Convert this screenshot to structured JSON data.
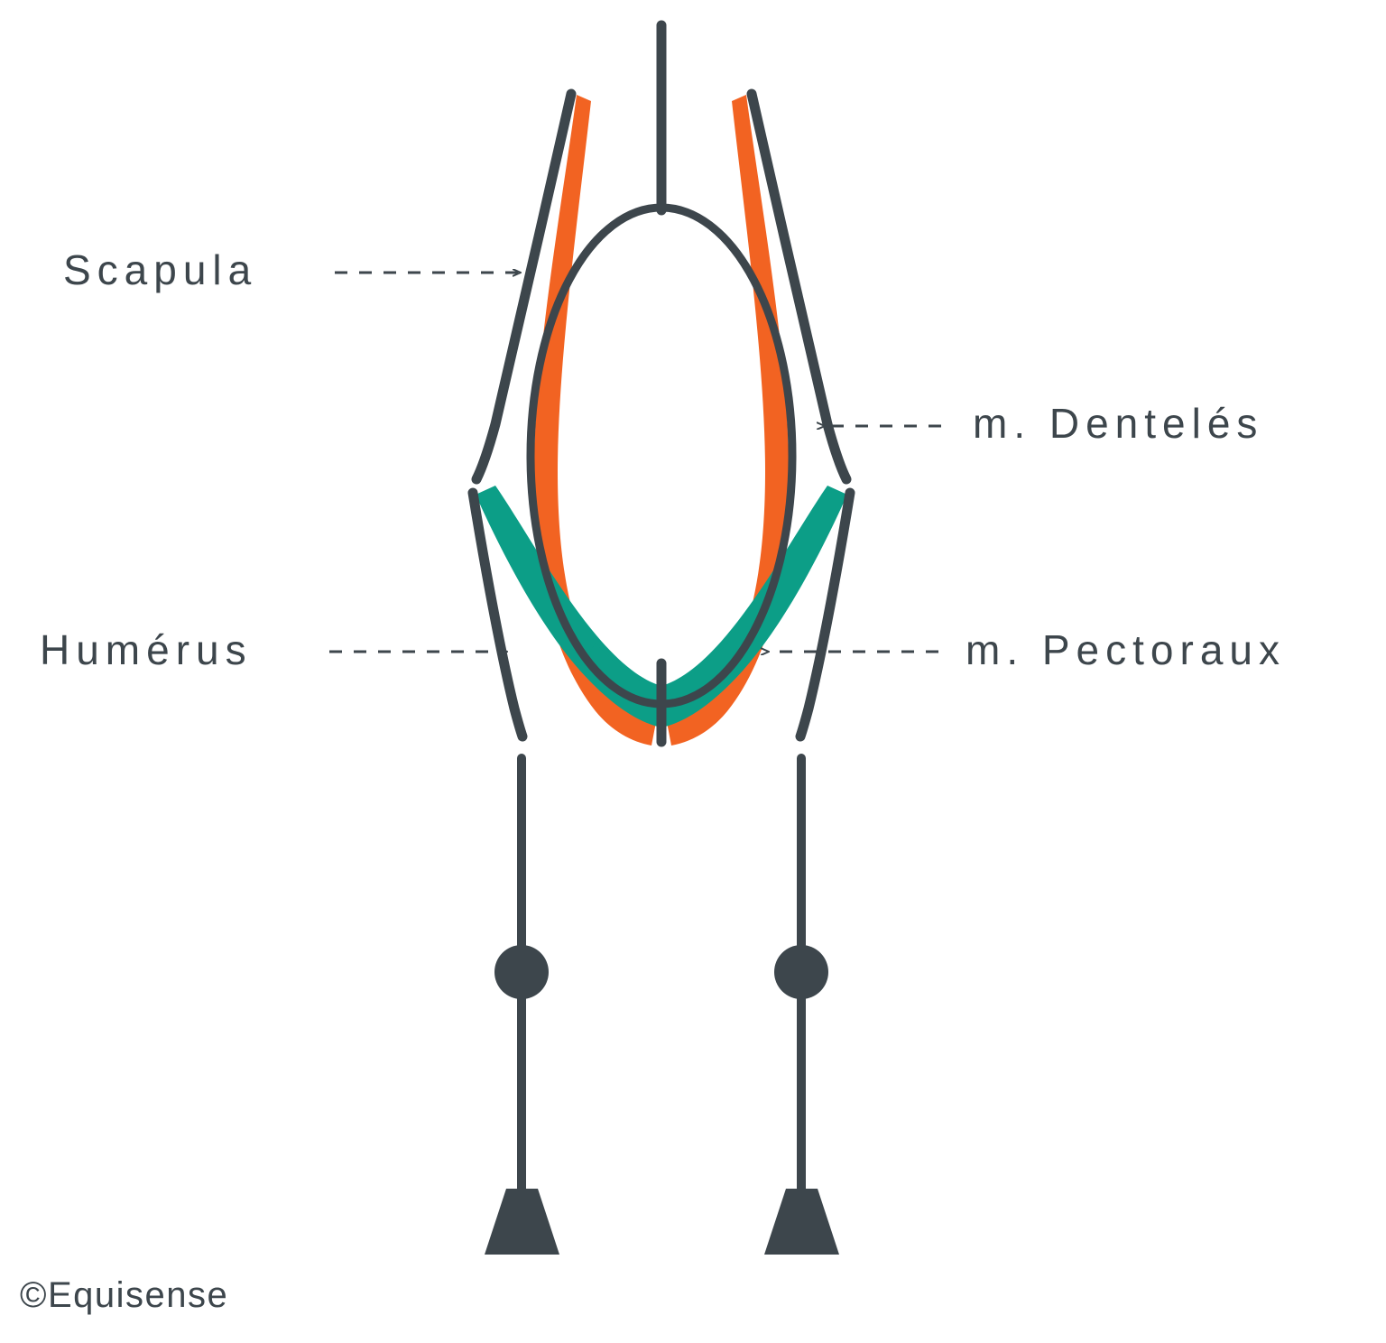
{
  "figure": {
    "title": "Equine thoracic sling — front view schematic",
    "watermark": "©Equisense",
    "background_color": "#FFFFFF"
  },
  "colors": {
    "bone": "#3D464C",
    "serratus_orange": "#F26322",
    "pectoral_teal": "#0C9E87",
    "label_text": "#3D464C",
    "leader_line": "#3D464C"
  },
  "labels": [
    {
      "id": "scapula",
      "text": "Scapula",
      "side": "left",
      "arrow_direction": "right",
      "points_to": "scapula-bone-left"
    },
    {
      "id": "humerus",
      "text": "Humérus",
      "side": "left",
      "arrow_direction": "right",
      "points_to": "humerus-bone-left"
    },
    {
      "id": "dentele",
      "text": "m. Dentelés",
      "side": "right",
      "arrow_direction": "left",
      "points_to": "serratus-muscle-right"
    },
    {
      "id": "pectoraux",
      "text": "m. Pectoraux",
      "side": "right",
      "arrow_direction": "left",
      "points_to": "pectoral-muscle-right"
    }
  ],
  "anatomy": {
    "spine_label": "dorsal spinous process",
    "thorax_label": "thorax (rib cage)",
    "structures": [
      "spine",
      "thorax",
      "scapula-left",
      "scapula-right",
      "humerus-left",
      "humerus-right",
      "serratus-left",
      "serratus-right",
      "pectoral-sling",
      "foreleg-left",
      "foreleg-right",
      "knee-joint-left",
      "knee-joint-right",
      "hoof-left",
      "hoof-right"
    ]
  }
}
